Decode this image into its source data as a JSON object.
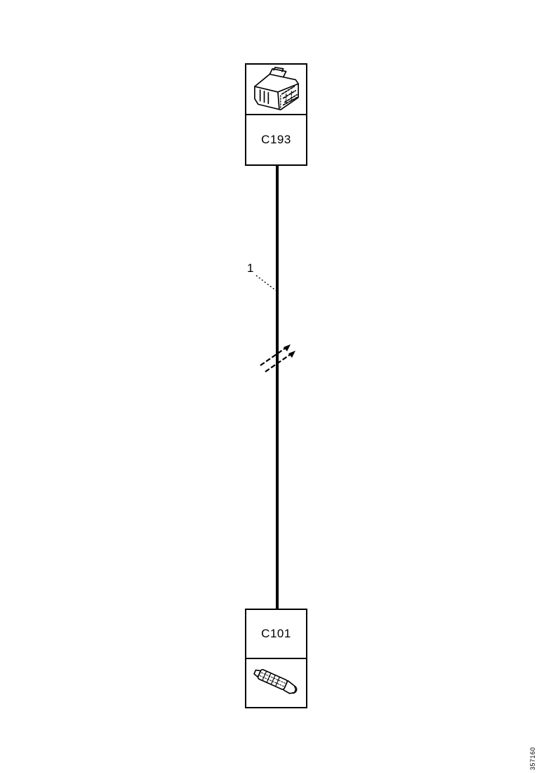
{
  "diagram": {
    "type": "wiring-connector-diagram",
    "colors": {
      "ink": "#000000",
      "background": "#ffffff"
    },
    "top_connector": {
      "label": "C193",
      "icon": "multipin-connector-icon"
    },
    "bottom_connector": {
      "label": "C101",
      "icon": "inline-terminal-connector-icon"
    },
    "wire": {
      "callout_label": "1"
    },
    "figure_number": "357160"
  }
}
